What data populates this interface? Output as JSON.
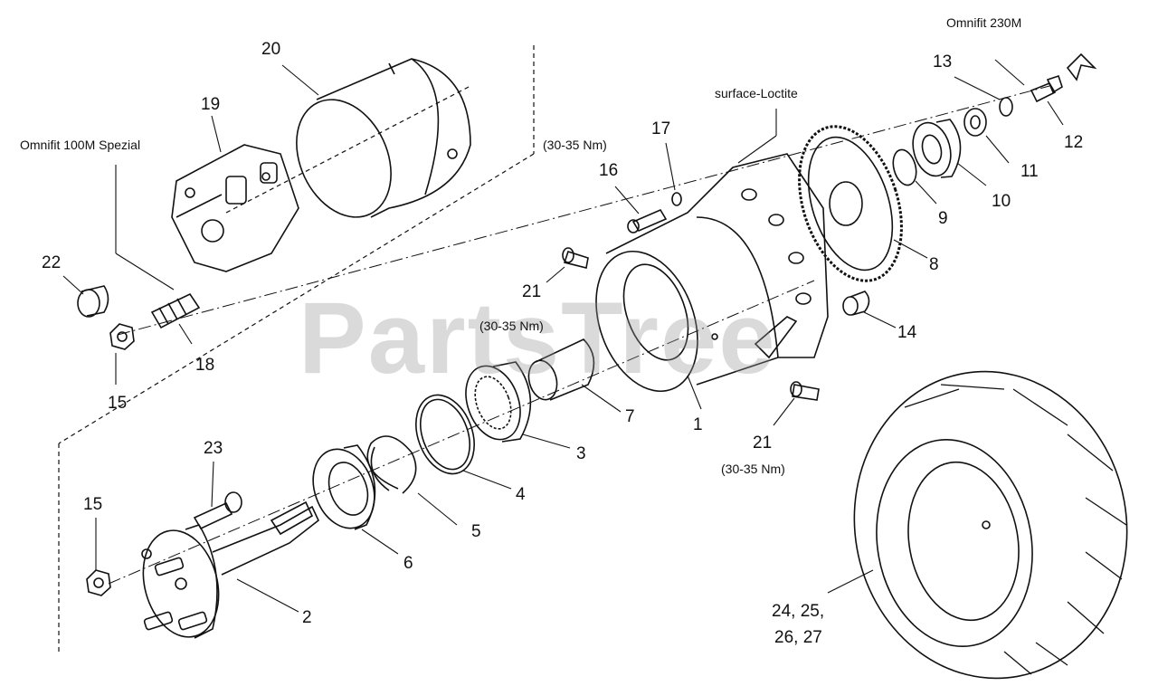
{
  "watermark": "PartsTree",
  "notes": {
    "omnifit_230m": "Omnifit 230M",
    "omnifit_100m": "Omnifit 100M Spezial",
    "surface_loctite": "surface-Loctite",
    "torque_a": "(30-35 Nm)",
    "torque_b": "(30-35 Nm)",
    "torque_c": "(30-35 Nm)"
  },
  "callouts": {
    "p1": "1",
    "p2": "2",
    "p3": "3",
    "p4": "4",
    "p5": "5",
    "p6": "6",
    "p7": "7",
    "p8": "8",
    "p9": "9",
    "p10": "10",
    "p11": "11",
    "p12": "12",
    "p13": "13",
    "p14": "14",
    "p15a": "15",
    "p15b": "15",
    "p16": "16",
    "p17": "17",
    "p18": "18",
    "p19": "19",
    "p20": "20",
    "p21a": "21",
    "p21b": "21",
    "p22": "22",
    "p23": "23",
    "tire_line1": "24,  25,",
    "tire_line2": "26,  27"
  },
  "colors": {
    "ink": "#111111",
    "watermark": "#969696"
  }
}
